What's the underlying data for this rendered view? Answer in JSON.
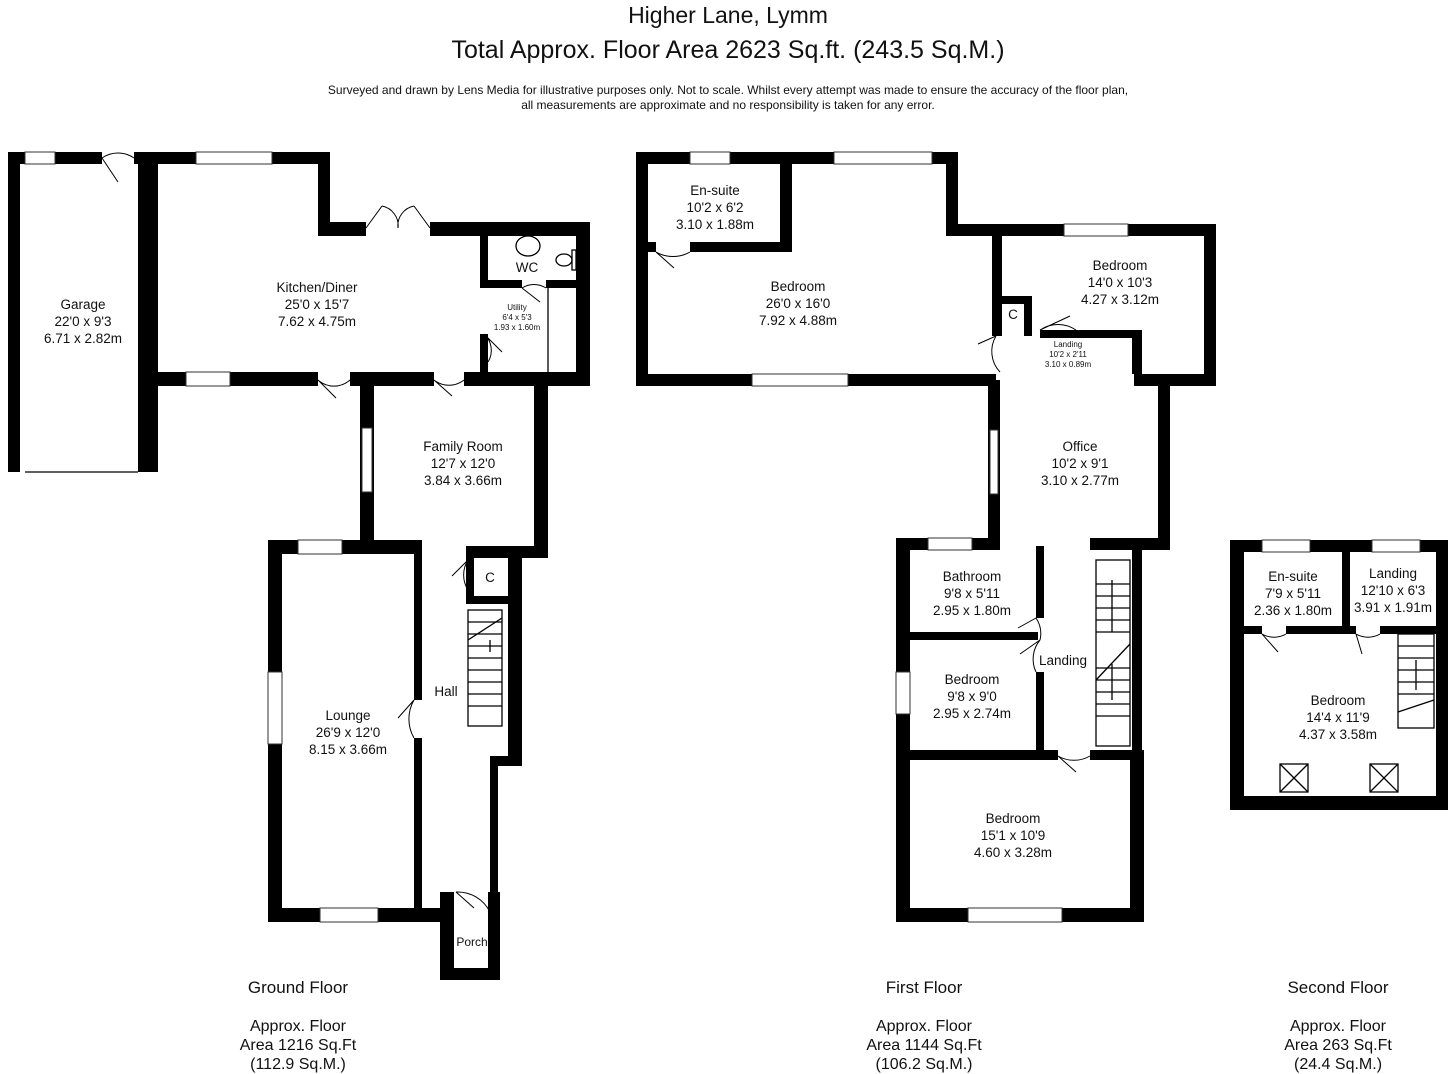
{
  "header": {
    "address": "Higher Lane, Lymm",
    "total_area": "Total Approx. Floor Area 2623 Sq.ft. (243.5 Sq.M.)",
    "disclaimer_line1": "Surveyed and drawn by Lens Media for illustrative purposes only. Not to scale. Whilst every attempt was made to ensure the accuracy of the floor plan,",
    "disclaimer_line2": "all measurements are approximate and no responsibility is taken for any error."
  },
  "floors": [
    {
      "name": "Ground Floor",
      "area_line1": "Approx. Floor",
      "area_line2": "Area 1216 Sq.Ft",
      "area_line3": "(112.9 Sq.M.)"
    },
    {
      "name": "First Floor",
      "area_line1": "Approx. Floor",
      "area_line2": "Area 1144 Sq.Ft",
      "area_line3": "(106.2 Sq.M.)"
    },
    {
      "name": "Second Floor",
      "area_line1": "Approx. Floor",
      "area_line2": "Area 263 Sq.Ft",
      "area_line3": "(24.4 Sq.M.)"
    }
  ],
  "rooms": {
    "garage": {
      "name": "Garage",
      "imperial": "22'0 x 9'3",
      "metric": "6.71 x 2.82m"
    },
    "kitchen": {
      "name": "Kitchen/Diner",
      "imperial": "25'0 x 15'7",
      "metric": "7.62 x 4.75m"
    },
    "wc": {
      "name": "WC"
    },
    "utility": {
      "name": "Utility",
      "imperial": "6'4 x 5'3",
      "metric": "1.93 x 1.60m"
    },
    "family": {
      "name": "Family Room",
      "imperial": "12'7 x 12'0",
      "metric": "3.84 x 3.66m"
    },
    "ground_cupboard": {
      "name": "C"
    },
    "hall": {
      "name": "Hall"
    },
    "lounge": {
      "name": "Lounge",
      "imperial": "26'9 x 12'0",
      "metric": "8.15 x 3.66m"
    },
    "porch": {
      "name": "Porch"
    },
    "ensuite1": {
      "name": "En-suite",
      "imperial": "10'2 x 6'2",
      "metric": "3.10 x 1.88m"
    },
    "master": {
      "name": "Bedroom",
      "imperial": "26'0 x 16'0",
      "metric": "7.92 x 4.88m"
    },
    "bed2": {
      "name": "Bedroom",
      "imperial": "14'0 x 10'3",
      "metric": "4.27 x 3.12m"
    },
    "first_cupboard": {
      "name": "C"
    },
    "landing_small": {
      "name": "Landing",
      "imperial": "10'2 x 2'11",
      "metric": "3.10 x 0.89m"
    },
    "office": {
      "name": "Office",
      "imperial": "10'2 x 9'1",
      "metric": "3.10 x 2.77m"
    },
    "bathroom": {
      "name": "Bathroom",
      "imperial": "9'8 x 5'11",
      "metric": "2.95 x 1.80m"
    },
    "bed3": {
      "name": "Bedroom",
      "imperial": "9'8 x 9'0",
      "metric": "2.95 x 2.74m"
    },
    "landing_first": {
      "name": "Landing"
    },
    "bed4": {
      "name": "Bedroom",
      "imperial": "15'1 x 10'9",
      "metric": "4.60 x 3.28m"
    },
    "ensuite2": {
      "name": "En-suite",
      "imperial": "7'9 x 5'11",
      "metric": "2.36 x 1.80m"
    },
    "landing_second": {
      "name": "Landing",
      "imperial": "12'10 x 6'3",
      "metric": "3.91 x 1.91m"
    },
    "bed5": {
      "name": "Bedroom",
      "imperial": "14'4 x 11'9",
      "metric": "4.37 x 3.58m"
    }
  }
}
